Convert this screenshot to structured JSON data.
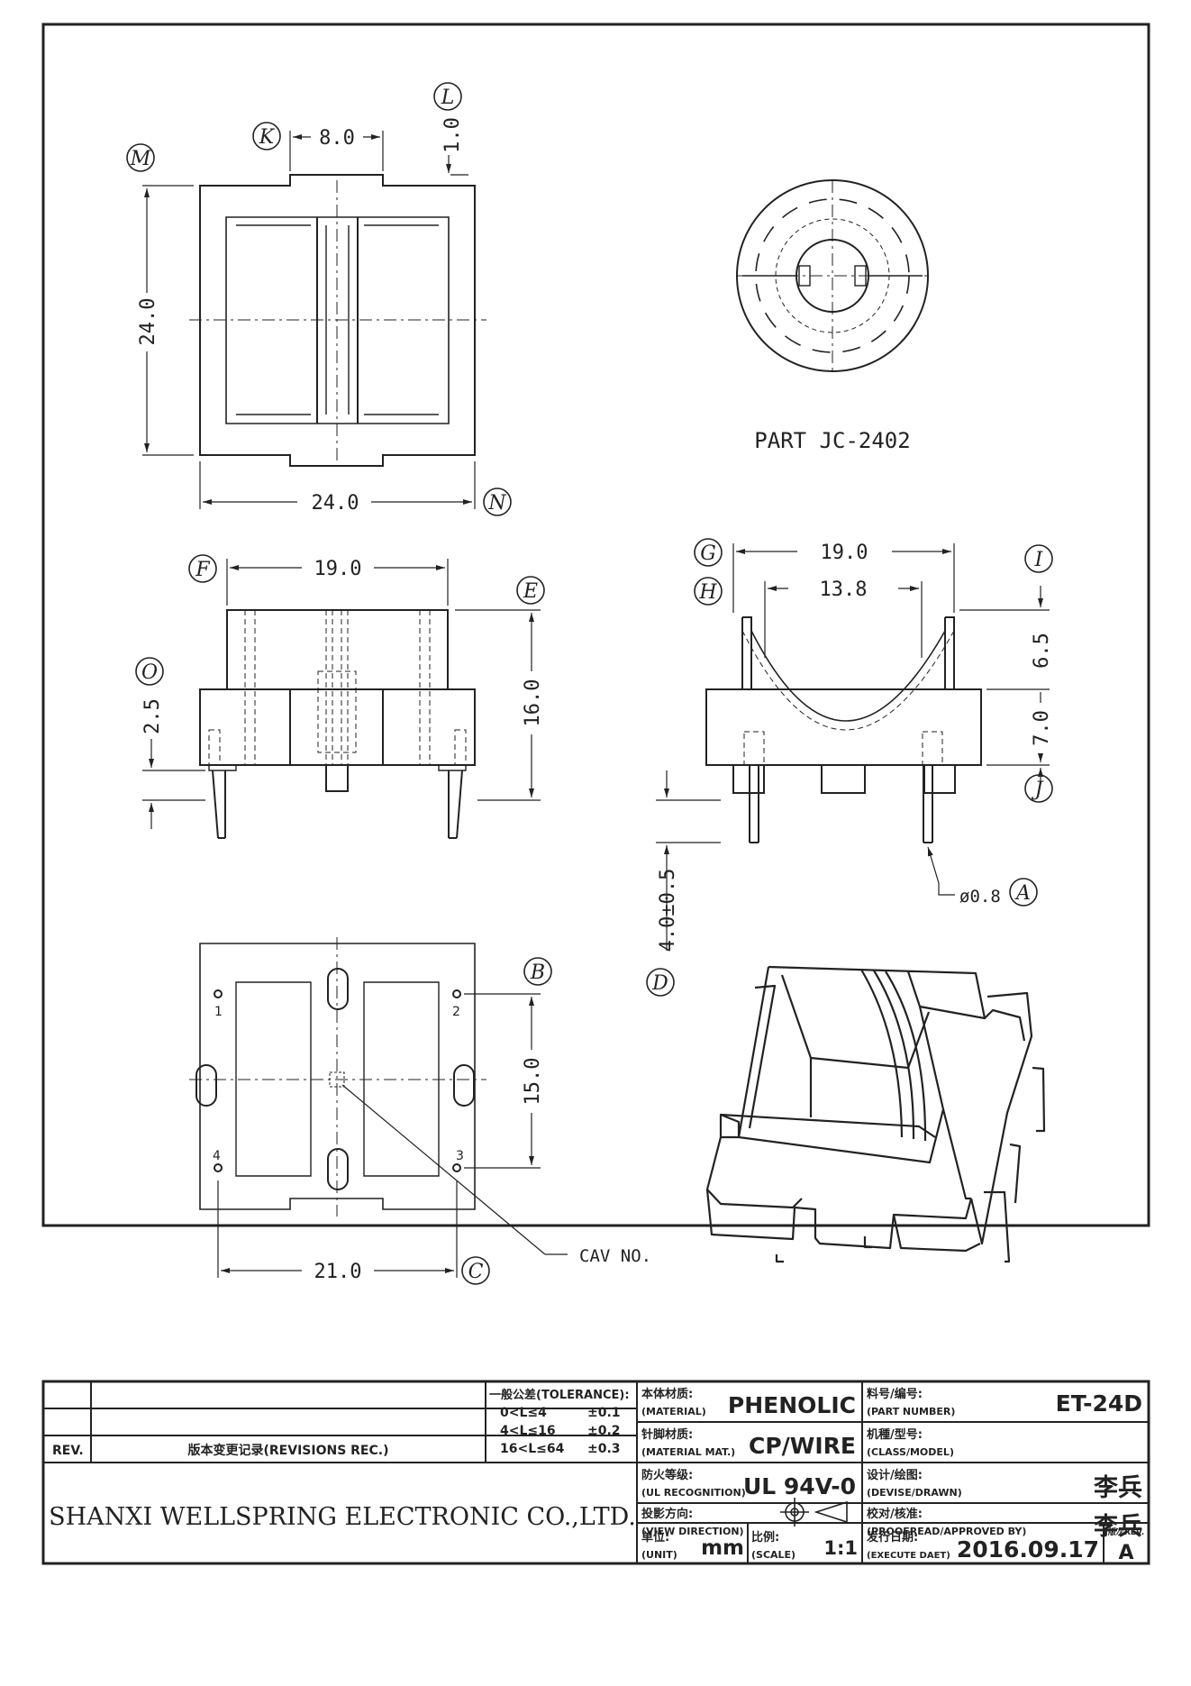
{
  "part_label": "PART  JC-2402",
  "cav_label": "CAV NO.",
  "dims": {
    "top_slot": "8.0",
    "top_lip": "1.0",
    "top_height": "24.0",
    "top_width": "24.0",
    "front_width": "19.0",
    "front_height": "16.0",
    "front_base": "2.5",
    "side_outer": "19.0",
    "side_inner": "13.8",
    "side_upper": "6.5",
    "side_lower": "7.0",
    "pin_length": "4.0±0.5",
    "pin_dia": "ø0.8",
    "bottom_pitch_v": "15.0",
    "bottom_pitch_h": "21.0"
  },
  "callouts": {
    "A": "A",
    "B": "B",
    "C": "C",
    "D": "D",
    "E": "E",
    "F": "F",
    "G": "G",
    "H": "H",
    "I": "I",
    "J": "J",
    "K": "K",
    "L": "L",
    "M": "M",
    "N": "N",
    "O": "O"
  },
  "pins": [
    "1",
    "2",
    "3",
    "4"
  ],
  "title_block": {
    "company": "SHANXI WELLSPRING ELECTRONIC CO.,LTD.",
    "rev_label": "REV.",
    "revisions_label": "版本变更记录(REVISIONS REC.)",
    "tol_title": "一般公差(TOLERANCE):",
    "tol_rows": [
      {
        "range": "0<L≤4",
        "value": "±0.1"
      },
      {
        "range": "4<L≤16",
        "value": "±0.2"
      },
      {
        "range": "16<L≤64",
        "value": "±0.3"
      }
    ],
    "material_label": "本体材质:",
    "material_en": "(MATERIAL)",
    "material_value": "PHENOLIC",
    "pin_mat_label": "针脚材质:",
    "pin_mat_en": "(MATERIAL MAT.)",
    "pin_mat_value": "CP/WIRE",
    "ul_label": "防火等级:",
    "ul_en": "(UL RECOGNITION)",
    "ul_value": "UL 94V-0",
    "view_label": "投影方向:",
    "view_en": "(VIEW DIRECTION)",
    "unit_label": "单位:",
    "unit_en": "(UNIT)",
    "unit_value": "mm",
    "scale_label": "比例:",
    "scale_en": "(SCALE)",
    "scale_value": "1:1",
    "part_no_label": "料号/编号:",
    "part_no_en": "(PART NUMBER)",
    "part_no_value": "ET-24D",
    "class_label": "机種/型号:",
    "class_en": "(CLASS/MODEL)",
    "design_label": "设计/绘图:",
    "design_en": "(DEVISE/DRAWN)",
    "design_value": "李兵",
    "approve_label": "校对/核准:",
    "approve_en": "(PROOFREAD/APPROVED BY)",
    "approve_value": "李兵",
    "date_label": "发行日期:",
    "date_en": "(EXECUTE DAET)",
    "date_value": "2016.09.17",
    "rev_box_label": "版次REV.",
    "rev_box_value": "A"
  }
}
